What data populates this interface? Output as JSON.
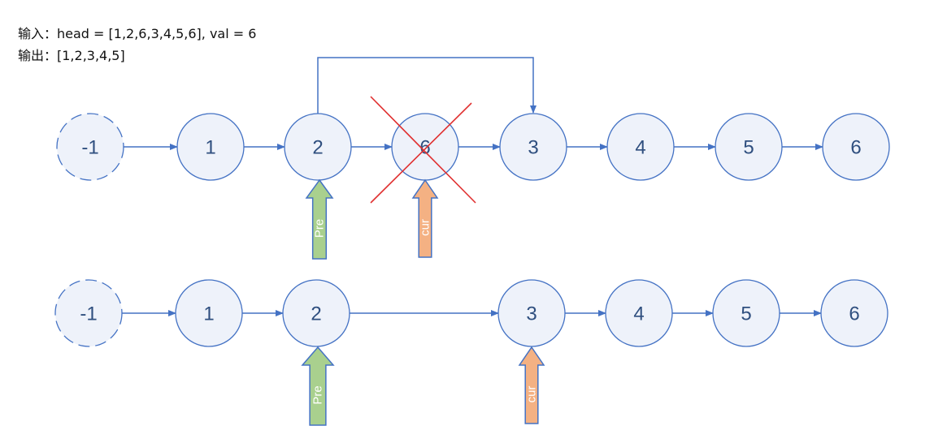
{
  "caption": {
    "input": "输入：head = [1,2,6,3,4,5,6], val = 6",
    "output": "输出：[1,2,3,4,5]"
  },
  "colors": {
    "node_stroke": "#4472c4",
    "node_fill": "#eef2fa",
    "arrow": "#4472c4",
    "cross": "#e03030",
    "pre_fill": "#a9d08e",
    "cur_fill": "#f4b183"
  },
  "top_row": {
    "nodes": [
      "-1",
      "1",
      "2",
      "6",
      "3",
      "4",
      "5",
      "6"
    ],
    "dummy_index": 0,
    "removed_index": 3,
    "pointers": [
      {
        "label": "Pre",
        "node_index": 2,
        "kind": "pre"
      },
      {
        "label": "cur",
        "node_index": 3,
        "kind": "cur"
      }
    ]
  },
  "bottom_row": {
    "nodes": [
      "-1",
      "1",
      "2",
      "3",
      "4",
      "5",
      "6"
    ],
    "dummy_index": 0,
    "pointers": [
      {
        "label": "Pre",
        "node_index": 2,
        "kind": "pre"
      },
      {
        "label": "cur",
        "node_index": 3,
        "kind": "cur"
      }
    ]
  }
}
